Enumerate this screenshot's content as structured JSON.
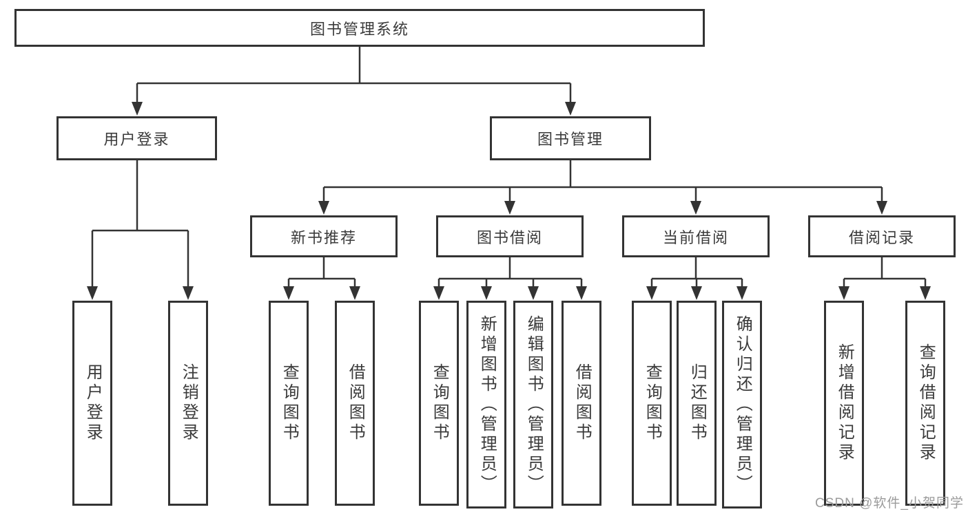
{
  "diagram": {
    "root": {
      "label": "图书管理系统"
    },
    "level2": {
      "user_login": {
        "label": "用户登录"
      },
      "book_management": {
        "label": "图书管理"
      }
    },
    "user_login_children": [
      {
        "label": "用户登录"
      },
      {
        "label": "注销登录"
      }
    ],
    "modules": [
      {
        "label": "新书推荐",
        "children": [
          {
            "label": "查询图书"
          },
          {
            "label": "借阅图书"
          }
        ]
      },
      {
        "label": "图书借阅",
        "children": [
          {
            "label": "查询图书"
          },
          {
            "label": "新增图书（管理员）"
          },
          {
            "label": "编辑图书（管理员）"
          },
          {
            "label": "借阅图书"
          }
        ]
      },
      {
        "label": "当前借阅",
        "children": [
          {
            "label": "查询图书"
          },
          {
            "label": "归还图书"
          },
          {
            "label": "确认归还（管理员）"
          }
        ]
      },
      {
        "label": "借阅记录",
        "children": [
          {
            "label": "新增借阅记录"
          },
          {
            "label": "查询借阅记录"
          }
        ]
      }
    ]
  },
  "watermark": {
    "text": "CSDN @软件_小贺同学"
  },
  "colors": {
    "line": "#333333",
    "border": "#333333",
    "text": "#3a3a3a",
    "watermark": "#9b9b9b",
    "background": "#ffffff"
  }
}
